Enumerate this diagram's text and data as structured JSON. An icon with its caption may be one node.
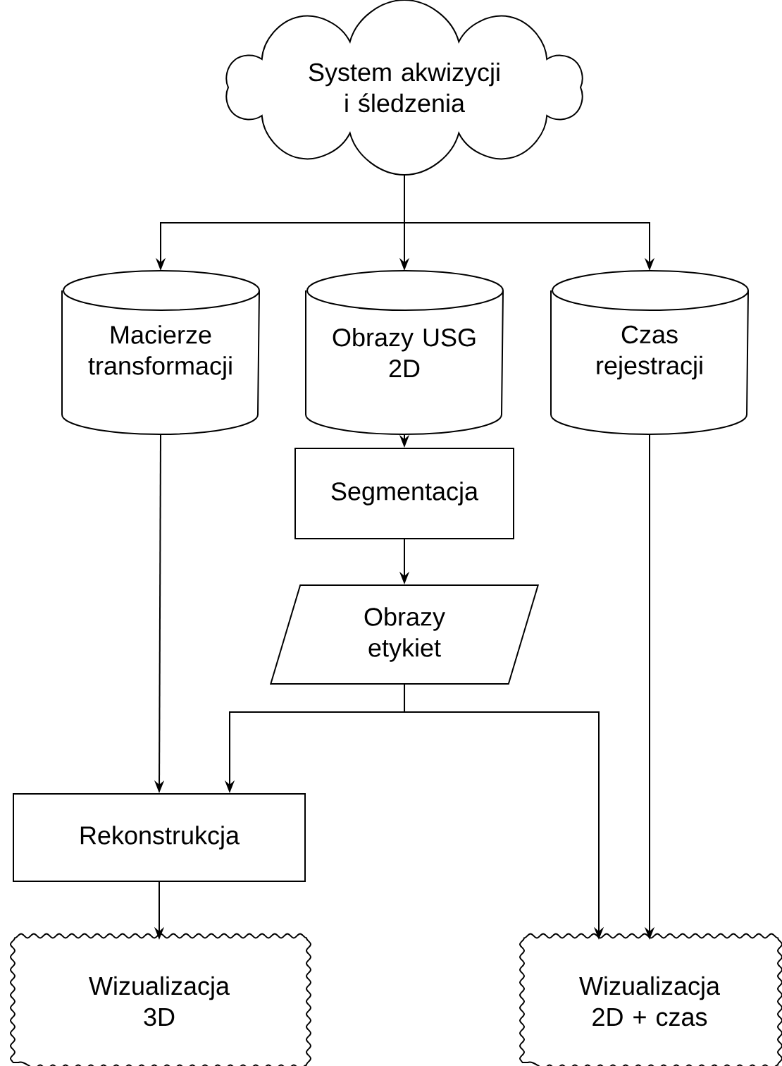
{
  "diagram": {
    "nodes": [
      {
        "text": [
          "System akwizycji i śledzenia"
        ]
      },
      {
        "text": [
          "Macierze transformacji"
        ]
      },
      {
        "text": [
          "Obrazy USG 2D"
        ]
      },
      {
        "text": [
          "Czas rejestracji"
        ]
      },
      {
        "text": [
          "Segmentacja"
        ]
      },
      {
        "text": [
          "Obrazy etykiet"
        ]
      },
      {
        "text": [
          "Rekonstrukcja"
        ]
      },
      {
        "text": [
          "Wizualizacja 3D"
        ]
      },
      {
        "text": [
          "Wizualizacja 2D + czas"
        ]
      }
    ],
    "edges": [
      {
        "from": 0,
        "to": 1,
        "arrow": "to"
      },
      {
        "from": 0,
        "to": 2,
        "arrow": "to"
      },
      {
        "from": 0,
        "to": 3,
        "arrow": "to"
      },
      {
        "from": 2,
        "to": 4,
        "arrow": "to"
      },
      {
        "from": 4,
        "to": 5,
        "arrow": "to"
      },
      {
        "from": 1,
        "to": 6,
        "arrow": "to"
      },
      {
        "from": 5,
        "to": 6,
        "arrow": "to"
      },
      {
        "from": 5,
        "to": 8,
        "arrow": "to"
      },
      {
        "from": 3,
        "to": 8,
        "arrow": "to"
      },
      {
        "from": 6,
        "to": 7,
        "arrow": "to"
      }
    ]
  }
}
